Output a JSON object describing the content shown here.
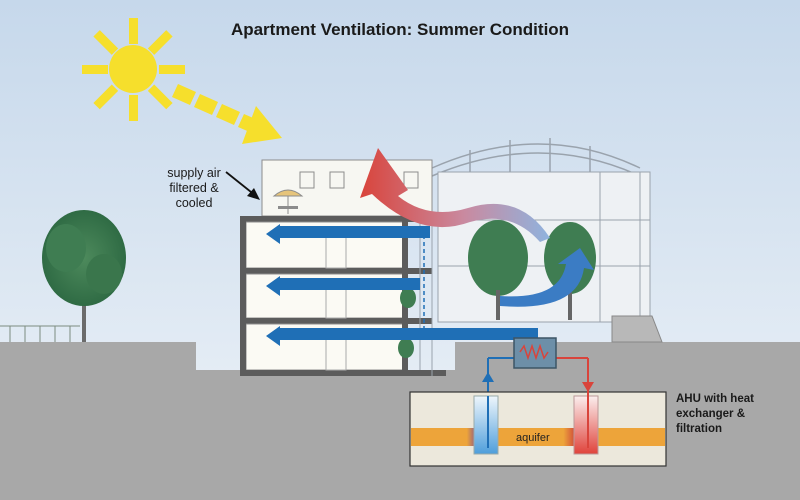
{
  "title": "Apartment Ventilation: Summer Condition",
  "supply_note": [
    "supply air",
    "filtered &",
    "cooled"
  ],
  "ahu_note": [
    "AHU with heat",
    "exchanger &",
    "filtration"
  ],
  "aquifer_label": "aquifer",
  "colors": {
    "sky": "#d9e6f1",
    "ground": "#a7a7a7",
    "sun": "#f6df2c",
    "supply_air": "#1f6fb6",
    "exhaust_air": "#d9443b",
    "aquifer": "#eda43a",
    "cold_well": "#5aa6dc",
    "warm_well": "#e2483f"
  }
}
